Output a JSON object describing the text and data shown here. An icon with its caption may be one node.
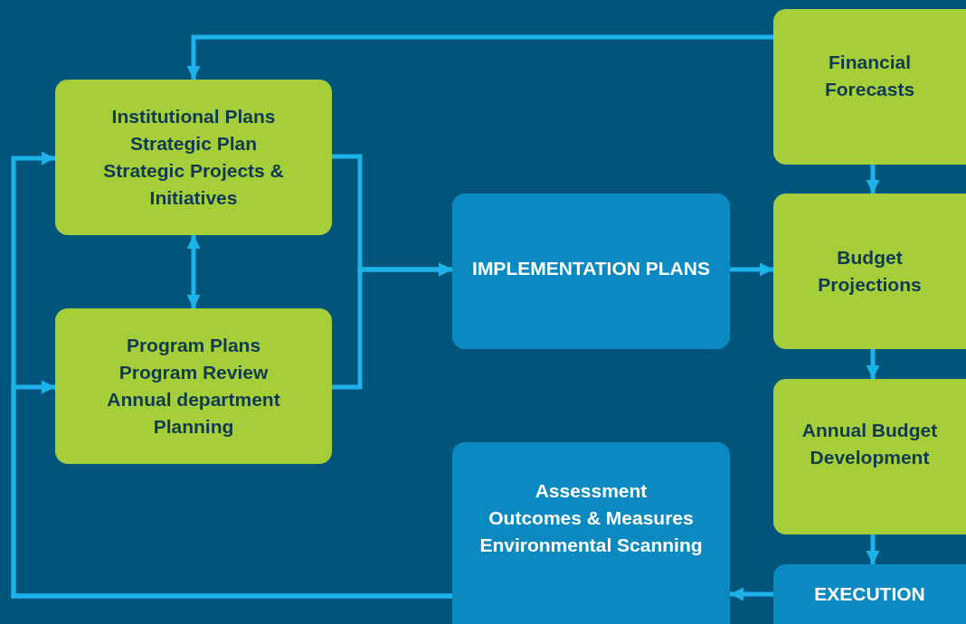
{
  "diagram": {
    "nodes": [
      {
        "text": [
          "Institutional Plans",
          "Strategic Plan",
          "Strategic Projects & Initiatives"
        ]
      },
      {
        "text": [
          "Program Plans",
          "Program Review",
          "Annual department Planning"
        ]
      },
      {
        "text": [
          "IMPLEMENTATION PLANS"
        ]
      },
      {
        "text": [
          "Financial Forecasts"
        ]
      },
      {
        "text": [
          "Budget Projections"
        ]
      },
      {
        "text": [
          "Annual Budget Development"
        ]
      },
      {
        "text": [
          "Assessment",
          "Outcomes & Measures",
          "Environmental Scanning"
        ]
      },
      {
        "text": [
          "EXECUTION"
        ]
      }
    ],
    "edges": [
      {
        "from": 3,
        "to": 0,
        "arrow": "to"
      },
      {
        "from": 0,
        "to": 1,
        "arrow": "both"
      },
      {
        "from": 0,
        "to": 2,
        "arrow": "to"
      },
      {
        "from": 1,
        "to": 2,
        "arrow": "to"
      },
      {
        "from": 2,
        "to": 4,
        "arrow": "to"
      },
      {
        "from": 3,
        "to": 4,
        "arrow": "to"
      },
      {
        "from": 4,
        "to": 5,
        "arrow": "to"
      },
      {
        "from": 5,
        "to": 7,
        "arrow": "to"
      },
      {
        "from": 7,
        "to": 6,
        "arrow": "to"
      },
      {
        "from": 6,
        "to": 0,
        "arrow": "to"
      },
      {
        "from": 6,
        "to": 1,
        "arrow": "to"
      }
    ]
  }
}
